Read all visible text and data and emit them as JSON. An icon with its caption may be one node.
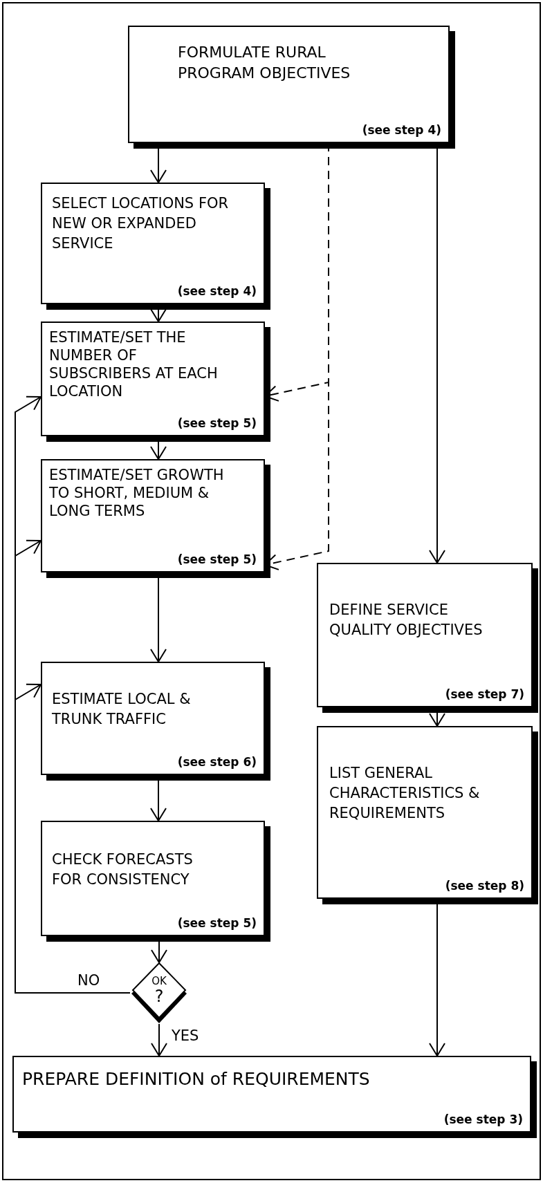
{
  "diagram": {
    "nodes": [
      {
        "text": [
          "FORMULATE RURAL PROGRAM OBJECTIVES",
          "(see step 4)"
        ]
      },
      {
        "text": [
          "SELECT LOCATIONS FOR NEW OR EXPANDED SERVICE",
          "(see step 4)"
        ]
      },
      {
        "text": [
          "ESTIMATE/SET THE NUMBER OF SUBSCRIBERS AT EACH LOCATION",
          "(see step 5)"
        ]
      },
      {
        "text": [
          "ESTIMATE/SET GROWTH TO SHORT, MEDIUM & LONG TERMS",
          "(see step 5)"
        ]
      },
      {
        "text": [
          "DEFINE SERVICE QUALITY OBJECTIVES",
          "(see step 7)"
        ]
      },
      {
        "text": [
          "ESTIMATE LOCAL & TRUNK TRAFFIC",
          "(see step 6)"
        ]
      },
      {
        "text": [
          "LIST GENERAL CHARACTERISTICS & REQUIREMENTS",
          "(see step 8)"
        ]
      },
      {
        "text": [
          "CHECK FORECASTS FOR CONSISTENCY",
          "(see step 5)"
        ]
      },
      {
        "text": [
          "OK",
          "?"
        ]
      },
      {
        "text": [
          "PREPARE DEFINITION of REQUIREMENTS",
          "(see step 3)"
        ]
      }
    ],
    "edges": [
      {
        "from": 0,
        "to": 1,
        "arrow": "to"
      },
      {
        "from": 0,
        "to": 2,
        "arrow": "to",
        "style": "dashed"
      },
      {
        "from": 0,
        "to": 3,
        "arrow": "to",
        "style": "dashed"
      },
      {
        "from": 0,
        "to": 4,
        "arrow": "to"
      },
      {
        "from": 1,
        "to": 2,
        "arrow": "to"
      },
      {
        "from": 2,
        "to": 3,
        "arrow": "to"
      },
      {
        "from": 3,
        "to": 5,
        "arrow": "to"
      },
      {
        "from": 5,
        "to": 7,
        "arrow": "to"
      },
      {
        "from": 7,
        "to": 8,
        "arrow": "to"
      },
      {
        "from": 8,
        "to": 9,
        "arrow": "to",
        "label": "YES"
      },
      {
        "from": 8,
        "to": 2,
        "arrow": "to",
        "label": "NO"
      },
      {
        "from": 8,
        "to": 3,
        "arrow": "to"
      },
      {
        "from": 8,
        "to": 5,
        "arrow": "to"
      },
      {
        "from": 4,
        "to": 6,
        "arrow": "to"
      },
      {
        "from": 6,
        "to": 9,
        "arrow": "to"
      }
    ]
  }
}
